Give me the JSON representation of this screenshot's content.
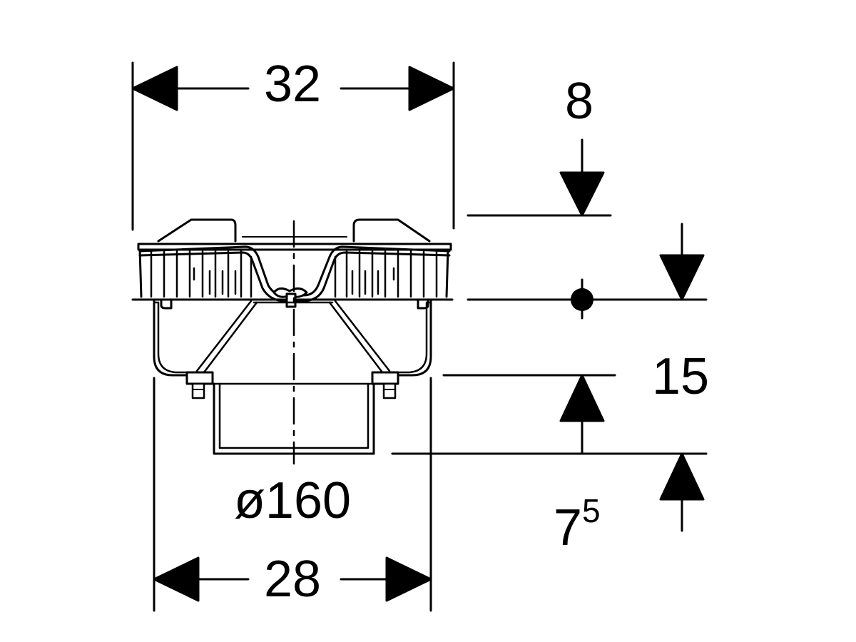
{
  "dimensions": {
    "top_width": "32",
    "top_offset": "8",
    "mid_height": "15",
    "bottom_height_base": "7",
    "bottom_height_sup": "5",
    "outlet_diameter": "ø160",
    "bottom_width": "28"
  }
}
